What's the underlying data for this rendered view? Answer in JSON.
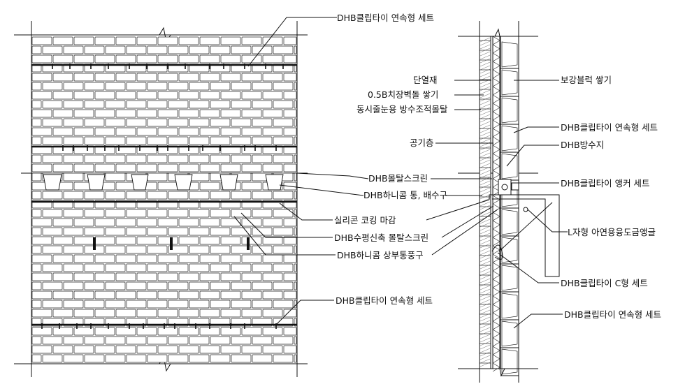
{
  "labels": {
    "left_top": "DHB클립타이 연속형 세트",
    "insulation": "단열재",
    "brick_stacking": "0.5B치장벽돌 쌓기",
    "mortar": "동시줄눈용 방수조적몰탈",
    "air_gap": "공기층",
    "mortar_screen": "DHB몰탈스크린",
    "honeycomb_drain": "DHB하니콤 통, 배수구",
    "silicone": "실리콘 코킹 마감",
    "horizontal_screen": "DHB수평신축 몰탈스크린",
    "honeycomb_vent": "DHB하니콤 상부통풍구",
    "left_bottom": "DHB클립타이 연속형 세트",
    "block": "보강블럭 쌓기",
    "right_cliptie": "DHB클립타이 연속형 세트",
    "waterproof": "DHB방수지",
    "anchor": "DHB클립타이 앵커 세트",
    "angle": "L자형 아연용융도금앵글",
    "c_type": "DHB클립타이 C형 세트",
    "right_bottom": "DHB클립타이 연속형 세트"
  }
}
